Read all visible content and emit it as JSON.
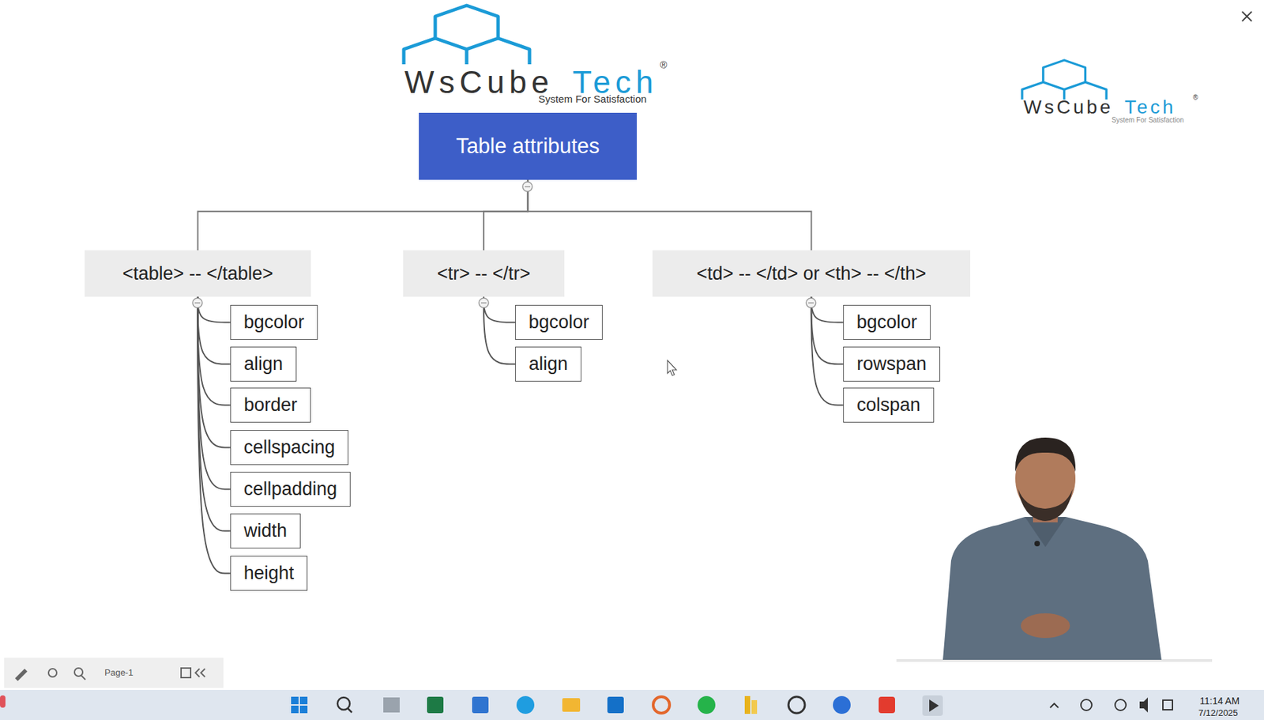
{
  "diagram": {
    "nodes": [
      {
        "text": [
          "Table attributes"
        ]
      },
      {
        "text": [
          "<table> -- </table>"
        ]
      },
      {
        "text": [
          "<tr> -- </tr>"
        ]
      },
      {
        "text": [
          "<td> -- </td> or <th> -- </th>"
        ]
      },
      {
        "text": [
          "bgcolor"
        ]
      },
      {
        "text": [
          "align"
        ]
      },
      {
        "text": [
          "border"
        ]
      },
      {
        "text": [
          "cellspacing"
        ]
      },
      {
        "text": [
          "cellpadding"
        ]
      },
      {
        "text": [
          "width"
        ]
      },
      {
        "text": [
          "height"
        ]
      },
      {
        "text": [
          "bgcolor"
        ]
      },
      {
        "text": [
          "align"
        ]
      },
      {
        "text": [
          "bgcolor"
        ]
      },
      {
        "text": [
          "rowspan"
        ]
      },
      {
        "text": [
          "colspan"
        ]
      }
    ],
    "edges": [
      {
        "from": 0,
        "to": 1,
        "arrow": "none"
      },
      {
        "from": 0,
        "to": 2,
        "arrow": "none"
      },
      {
        "from": 0,
        "to": 3,
        "arrow": "none"
      },
      {
        "from": 1,
        "to": 4,
        "arrow": "none"
      },
      {
        "from": 1,
        "to": 5,
        "arrow": "none"
      },
      {
        "from": 1,
        "to": 6,
        "arrow": "none"
      },
      {
        "from": 1,
        "to": 7,
        "arrow": "none"
      },
      {
        "from": 1,
        "to": 8,
        "arrow": "none"
      },
      {
        "from": 1,
        "to": 9,
        "arrow": "none"
      },
      {
        "from": 1,
        "to": 10,
        "arrow": "none"
      },
      {
        "from": 2,
        "to": 11,
        "arrow": "none"
      },
      {
        "from": 2,
        "to": 12,
        "arrow": "none"
      },
      {
        "from": 3,
        "to": 13,
        "arrow": "none"
      },
      {
        "from": 3,
        "to": 14,
        "arrow": "none"
      },
      {
        "from": 3,
        "to": 15,
        "arrow": "none"
      }
    ],
    "labels": [
      "WsCube",
      "Tech",
      "®",
      "System For Satisfaction",
      "WsCube",
      "Tech",
      "®",
      "System For Satisfaction",
      "Page-1",
      "11:14 AM",
      "7/12/2025"
    ]
  }
}
